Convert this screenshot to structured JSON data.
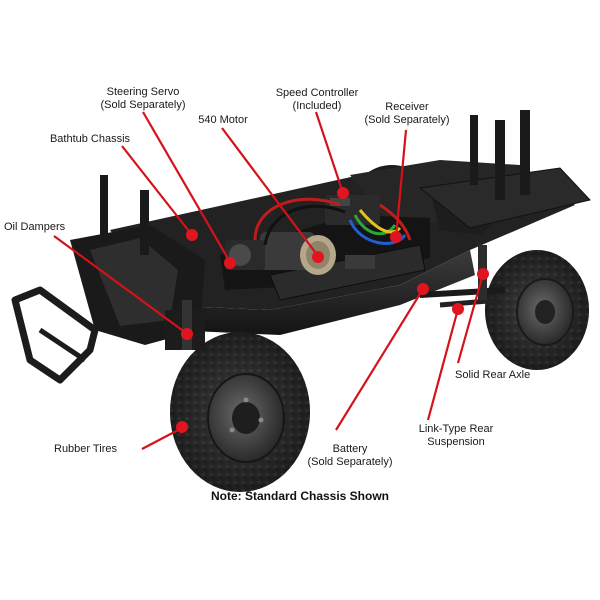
{
  "callouts": {
    "steering_servo": {
      "line1": "Steering Servo",
      "line2": "(Sold Separately)"
    },
    "speed_controller": {
      "line1": "Speed Controller",
      "line2": "(Included)"
    },
    "bathtub_chassis": {
      "line1": "Bathtub Chassis"
    },
    "motor": {
      "line1": "540 Motor"
    },
    "receiver": {
      "line1": "Receiver",
      "line2": "(Sold Separately)"
    },
    "oil_dampers": {
      "line1": "Oil Dampers"
    },
    "solid_rear_axle": {
      "line1": "Solid Rear Axle"
    },
    "rubber_tires": {
      "line1": "Rubber Tires"
    },
    "link_rear_suspension": {
      "line1": "Link-Type Rear",
      "line2": "Suspension"
    },
    "battery": {
      "line1": "Battery",
      "line2": "(Sold Separately)"
    }
  },
  "note": "Note: Standard Chassis Shown",
  "colors": {
    "callout_line": "#d4121a",
    "callout_dot": "#e0151f",
    "chassis": "#1e1e1e",
    "tire": "#2a2a2a",
    "rim": "#3a3a3a",
    "text": "#1a1a1a"
  }
}
